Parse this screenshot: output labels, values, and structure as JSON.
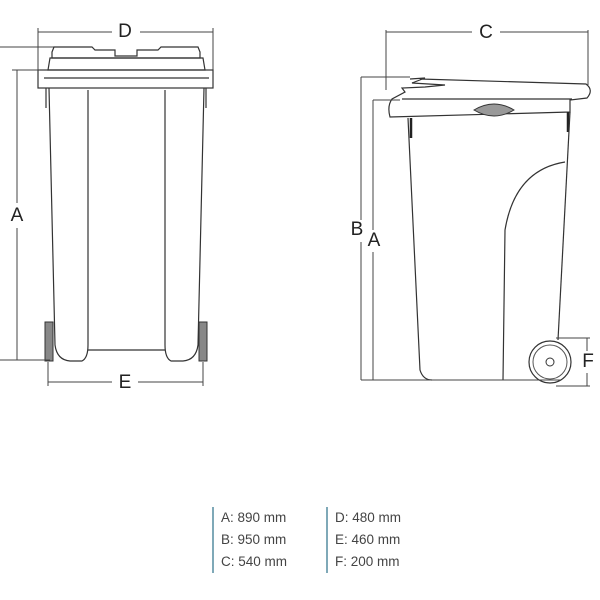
{
  "diagram": {
    "front_view_labels": {
      "a": "A",
      "d": "D",
      "e": "E"
    },
    "side_view_labels": {
      "a": "A",
      "b": "B",
      "c": "C",
      "f": "F"
    }
  },
  "legend": {
    "left": [
      "A: 890 mm",
      "B: 950 mm",
      "C: 540 mm"
    ],
    "right": [
      "D: 480 mm",
      "E: 460 mm",
      "F: 200 mm"
    ]
  }
}
